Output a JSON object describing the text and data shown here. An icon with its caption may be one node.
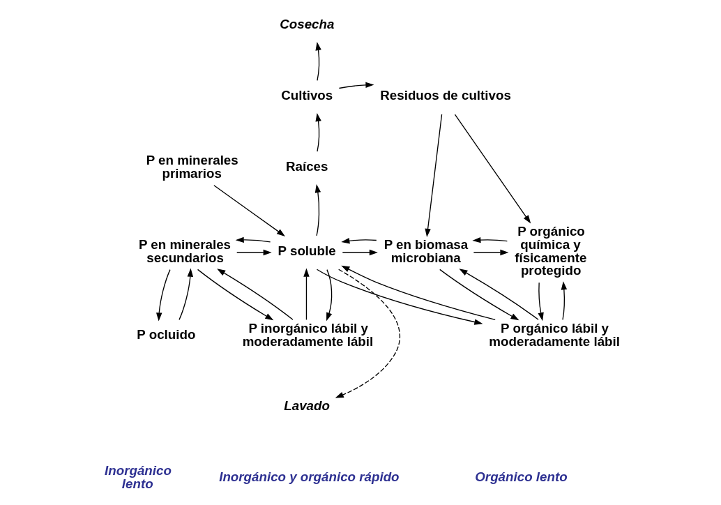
{
  "diagram": {
    "nodes": [
      {
        "text": [
          "Cosecha"
        ]
      },
      {
        "text": [
          "Cultivos"
        ]
      },
      {
        "text": [
          "Residuos de cultivos"
        ]
      },
      {
        "text": [
          "Raíces"
        ]
      },
      {
        "text": [
          "P en minerales primarios"
        ]
      },
      {
        "text": [
          "P en minerales secundarios"
        ]
      },
      {
        "text": [
          "P soluble"
        ]
      },
      {
        "text": [
          "P en biomasa microbiana"
        ]
      },
      {
        "text": [
          "P orgánico química y físicamente protegido"
        ]
      },
      {
        "text": [
          "P ocluido"
        ]
      },
      {
        "text": [
          "P inorgánico lábil y moderadamente lábil"
        ]
      },
      {
        "text": [
          "P orgánico lábil y moderadamente lábil"
        ]
      },
      {
        "text": [
          "Lavado"
        ]
      }
    ],
    "edges": [
      {
        "from": 1,
        "to": 0,
        "arrow": "to"
      },
      {
        "from": 1,
        "to": 2,
        "arrow": "to"
      },
      {
        "from": 3,
        "to": 1,
        "arrow": "to"
      },
      {
        "from": 6,
        "to": 3,
        "arrow": "to"
      },
      {
        "from": 4,
        "to": 6,
        "arrow": "to"
      },
      {
        "from": 2,
        "to": 7,
        "arrow": "to"
      },
      {
        "from": 2,
        "to": 8,
        "arrow": "to"
      },
      {
        "from": 5,
        "to": 6,
        "arrow": "to"
      },
      {
        "from": 6,
        "to": 5,
        "arrow": "to"
      },
      {
        "from": 6,
        "to": 7,
        "arrow": "to"
      },
      {
        "from": 7,
        "to": 6,
        "arrow": "to"
      },
      {
        "from": 7,
        "to": 8,
        "arrow": "to"
      },
      {
        "from": 8,
        "to": 7,
        "arrow": "to"
      },
      {
        "from": 9,
        "to": 5,
        "arrow": "to"
      },
      {
        "from": 5,
        "to": 9,
        "arrow": "to"
      },
      {
        "from": 5,
        "to": 10,
        "arrow": "to"
      },
      {
        "from": 10,
        "to": 5,
        "arrow": "to"
      },
      {
        "from": 10,
        "to": 6,
        "arrow": "to"
      },
      {
        "from": 6,
        "to": 10,
        "arrow": "to"
      },
      {
        "from": 11,
        "to": 6,
        "arrow": "to"
      },
      {
        "from": 6,
        "to": 11,
        "arrow": "to"
      },
      {
        "from": 11,
        "to": 7,
        "arrow": "to"
      },
      {
        "from": 7,
        "to": 11,
        "arrow": "to"
      },
      {
        "from": 11,
        "to": 8,
        "arrow": "to"
      },
      {
        "from": 8,
        "to": 11,
        "arrow": "to"
      },
      {
        "from": 6,
        "to": 12,
        "arrow": "to",
        "style": "dashed"
      }
    ],
    "labels": [
      "Inorgánico lento",
      "Inorgánico y orgánico rápido",
      "Orgánico lento"
    ]
  }
}
